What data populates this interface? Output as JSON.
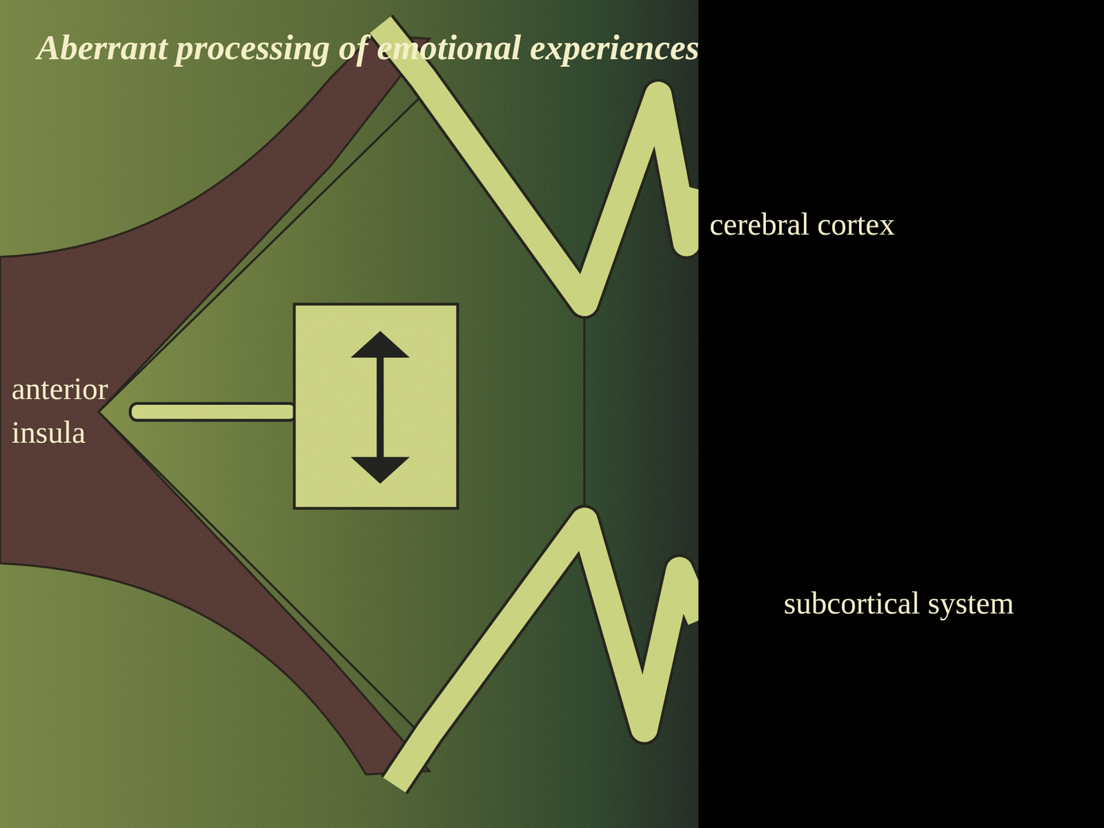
{
  "diagram": {
    "title": "Aberrant processing of emotional experiences",
    "labels": [
      "cerebral cortex",
      "subcortical system",
      "anterior insula"
    ]
  }
}
